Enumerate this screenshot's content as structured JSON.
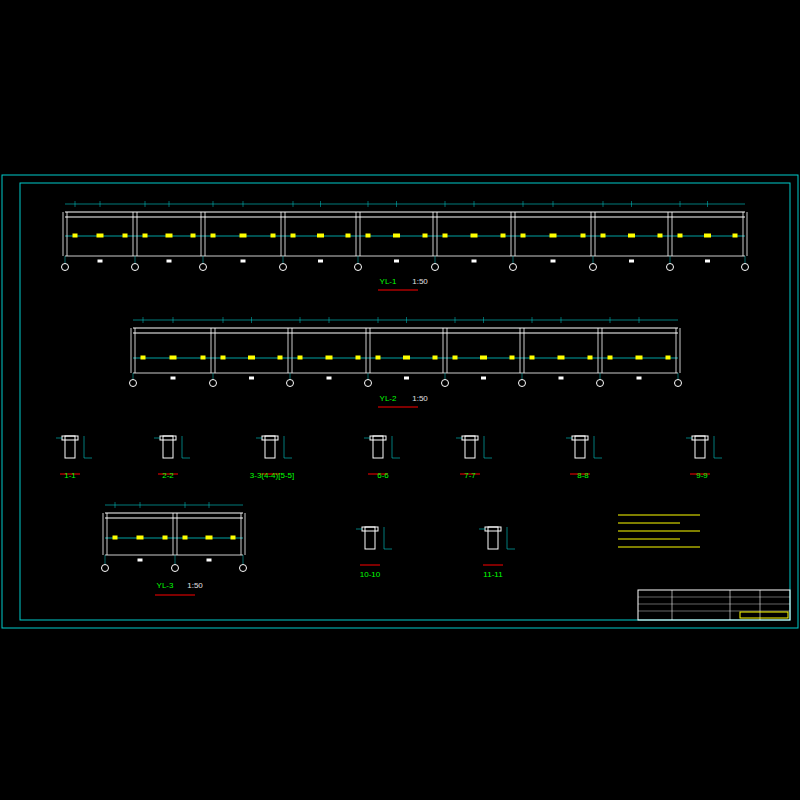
{
  "diagram": {
    "labels": [
      "YL-1",
      "1:50",
      "YL-2",
      "1:50",
      "1-1",
      "2-2",
      "3-3(4-4)[5-5]",
      "6-6",
      "7-7",
      "8-8",
      "9-9",
      "YL-3",
      "1:50",
      "10-10",
      "11-11"
    ]
  }
}
